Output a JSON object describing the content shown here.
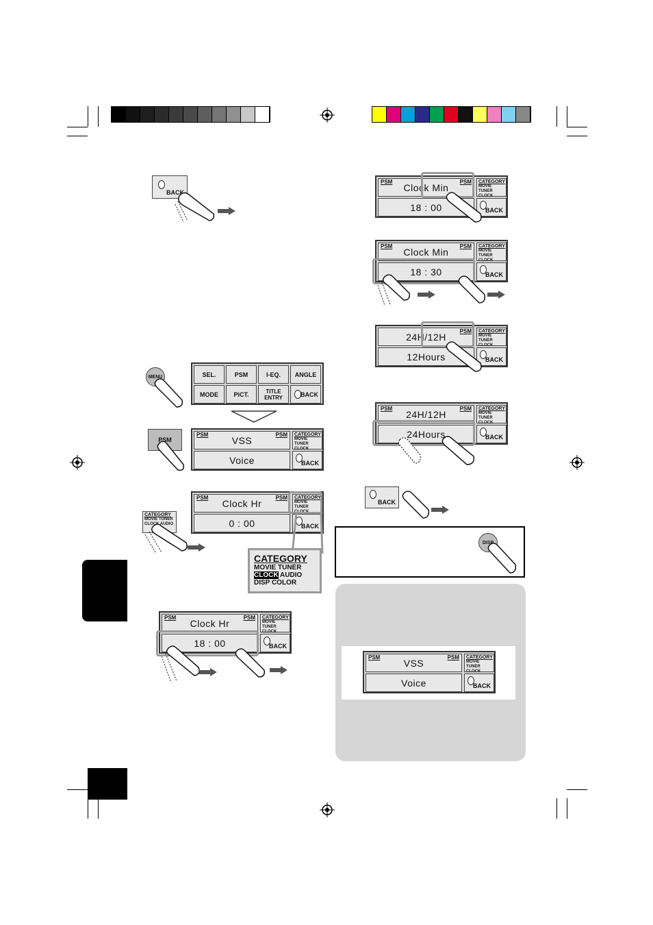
{
  "labels": {
    "back": "BACK",
    "menu": "MENU",
    "disp": "DISP",
    "psm": "PSM",
    "category": "CATEGORY",
    "cat_row1": "MOVIE TUNER",
    "cat_row2": "CLOCK AUDIO",
    "cat_row3": "DISP   COLOR"
  },
  "menu_grid": [
    "SEL.",
    "PSM",
    "I-EQ.",
    "ANGLE",
    "MODE",
    "PiCT.",
    "TITLE ENTRY",
    "BACK"
  ],
  "screens": {
    "vss": {
      "top": "VSS",
      "bottom": "Voice"
    },
    "clock_hr_0": {
      "top": "Clock Hr",
      "bottom": "0 : 00"
    },
    "clock_hr_18": {
      "top": "Clock Hr",
      "bottom": "18 : 00"
    },
    "clock_min_18": {
      "top": "Clock Min",
      "bottom": "18 : 00"
    },
    "clock_min_30": {
      "top": "Clock Min",
      "bottom": "18 : 30"
    },
    "h12": {
      "top": "24H/12H",
      "bottom": "12Hours"
    },
    "h24": {
      "top": "24H/12H",
      "bottom": "24Hours"
    },
    "final": {
      "top": "VSS",
      "bottom": "Voice"
    }
  },
  "category_zoom": {
    "title": "CATEGORY",
    "row1": "MOVIE TUNER",
    "row2a": "CLOCK",
    "row2b": "AUDIO",
    "row3": "DISP   COLOR"
  },
  "colors": {
    "gray_strip": [
      "#000000",
      "#111111",
      "#1e1e1e",
      "#2b2b2b",
      "#3b3b3b",
      "#4a4a4a",
      "#5e5e5e",
      "#757575",
      "#8f8f8f",
      "#c8c8c8",
      "#ffffff"
    ],
    "color_strip": [
      "#ffff00",
      "#e0007a",
      "#00a0e0",
      "#2a2a8a",
      "#00a050",
      "#e00020",
      "#111111",
      "#ffff60",
      "#f080c0",
      "#80d0f0",
      "#888888"
    ]
  }
}
